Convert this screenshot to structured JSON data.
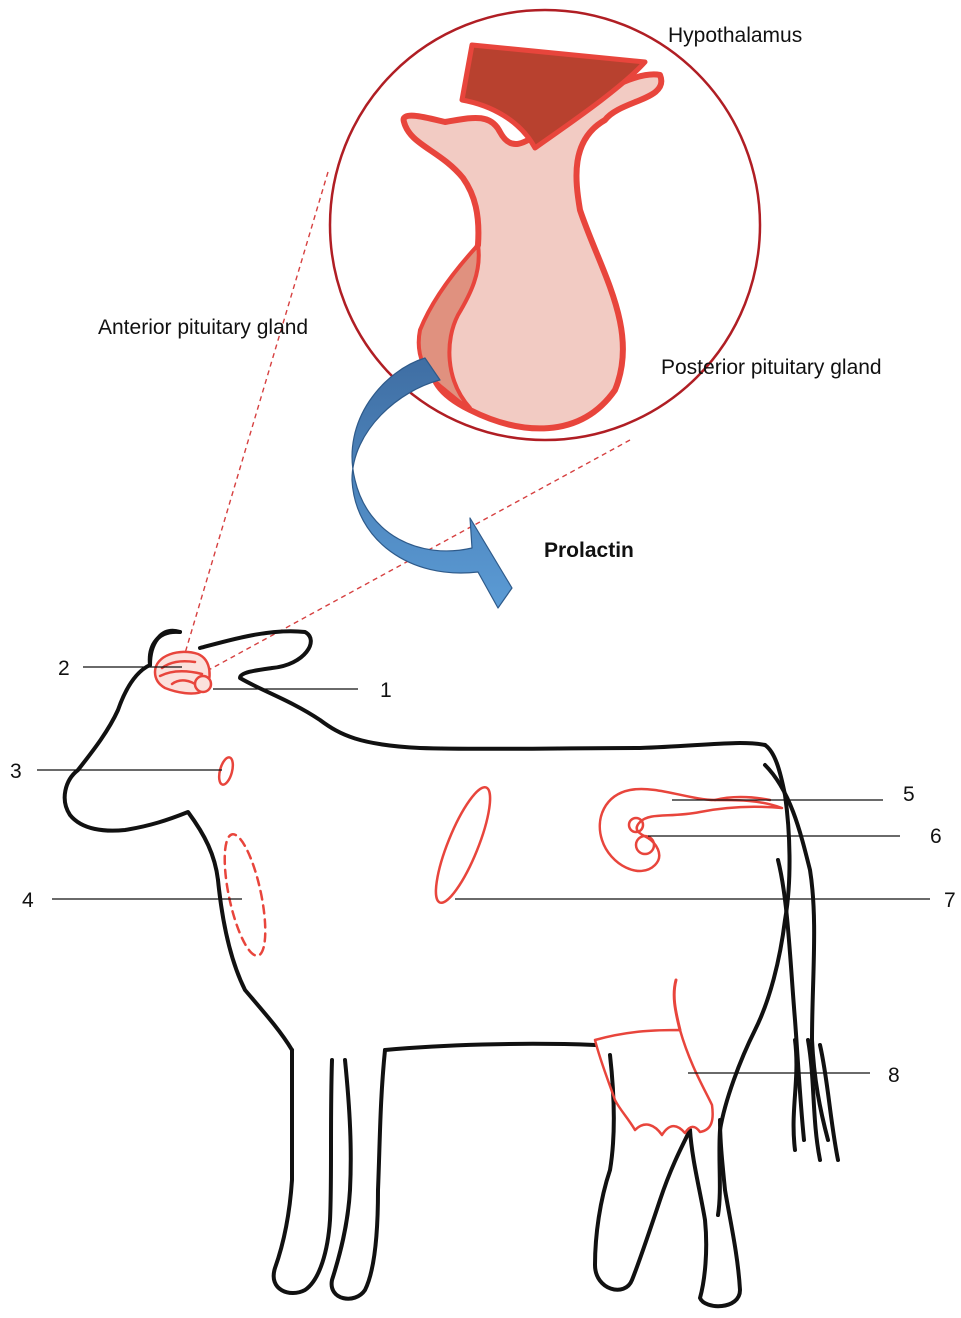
{
  "labels": {
    "hypothalamus": "Hypothalamus",
    "anterior": "Anterior pituitary gland",
    "posterior": "Posterior pituitary gland",
    "hormone": "Prolactin"
  },
  "markers": [
    "1",
    "2",
    "3",
    "4",
    "5",
    "6",
    "7",
    "8"
  ],
  "colors": {
    "outline": "#111111",
    "organ": "#e8453c",
    "magnifier": "#b01e24",
    "tissue_light": "#f2cbc3",
    "tissue_dark": "#b8412f",
    "tissue_mid": "#e0917f",
    "arrow_top": "#3f6ea3",
    "arrow_bottom": "#5b9bd5"
  }
}
